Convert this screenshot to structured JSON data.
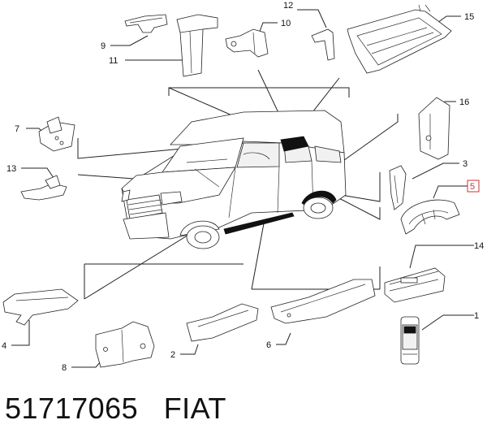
{
  "diagram": {
    "part_number": "51717065",
    "brand": "FIAT",
    "highlight_color": "#d0323a",
    "callouts": [
      {
        "id": "c12",
        "text": "12"
      },
      {
        "id": "c15",
        "text": "15"
      },
      {
        "id": "c9",
        "text": "9"
      },
      {
        "id": "c10",
        "text": "10"
      },
      {
        "id": "c11",
        "text": "11"
      },
      {
        "id": "c16",
        "text": "16"
      },
      {
        "id": "c7",
        "text": "7"
      },
      {
        "id": "c13",
        "text": "13"
      },
      {
        "id": "c3",
        "text": "3"
      },
      {
        "id": "c5",
        "text": "5"
      },
      {
        "id": "c14",
        "text": "14"
      },
      {
        "id": "c1",
        "text": "1"
      },
      {
        "id": "c4",
        "text": "4"
      },
      {
        "id": "c8",
        "text": "8"
      },
      {
        "id": "c2",
        "text": "2"
      },
      {
        "id": "c6",
        "text": "6"
      }
    ]
  }
}
